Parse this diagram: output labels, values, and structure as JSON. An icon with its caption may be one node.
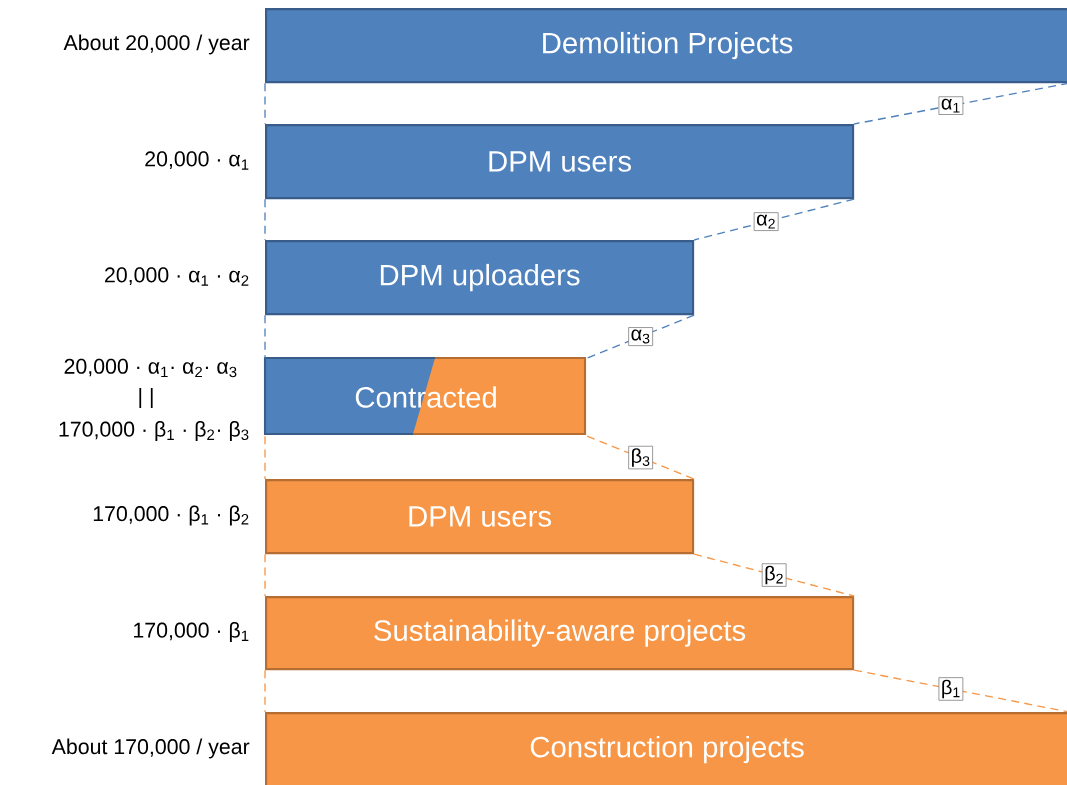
{
  "diagram": {
    "nodes": [
      {
        "text": [
          "Demolition Projects"
        ],
        "beside": [
          "About 20,000 / year"
        ]
      },
      {
        "text": [
          "DPM users"
        ],
        "beside": [
          "20,000 · α$_{1}$"
        ]
      },
      {
        "text": [
          "DPM uploaders"
        ],
        "beside": [
          "20,000 · α$_{1}$ · α$_{2}$"
        ]
      },
      {
        "text": [
          "Contracted"
        ],
        "beside": [
          "20,000 · α$_{1}$· α$_{2}$· α$_{3}$",
          "| |",
          "170,000 · β$_{1}$ · β$_{2}$· β$_{3}$"
        ]
      },
      {
        "text": [
          "DPM users"
        ],
        "beside": [
          "170,000 · β$_{1}$ · β$_{2}$"
        ]
      },
      {
        "text": [
          "Sustainability-aware projects"
        ],
        "beside": [
          "170,000 · β$_{1}$"
        ]
      },
      {
        "text": [
          "Construction projects"
        ],
        "beside": [
          "About 170,000 / year"
        ]
      }
    ],
    "edges": [
      {
        "from": 0,
        "to": 1,
        "arrow": "none",
        "label": "α$_{1}$",
        "style": "dashed",
        "color": "#4f81bd"
      },
      {
        "from": 1,
        "to": 2,
        "arrow": "none",
        "label": "α$_{2}$",
        "style": "dashed",
        "color": "#4f81bd"
      },
      {
        "from": 2,
        "to": 3,
        "arrow": "none",
        "label": "α$_{3}$",
        "style": "dashed",
        "color": "#4f81bd"
      },
      {
        "from": 3,
        "to": 4,
        "arrow": "none",
        "label": "β$_{3}$",
        "style": "dashed",
        "color": "#f79646"
      },
      {
        "from": 4,
        "to": 5,
        "arrow": "none",
        "label": "β$_{2}$",
        "style": "dashed",
        "color": "#f79646"
      },
      {
        "from": 5,
        "to": 6,
        "arrow": "none",
        "label": "β$_{1}$",
        "style": "dashed",
        "color": "#f79646"
      },
      {
        "from": 0,
        "to": 1,
        "arrow": "none",
        "style": "dashed",
        "color": "#4f81bd"
      },
      {
        "from": 1,
        "to": 2,
        "arrow": "none",
        "style": "dashed",
        "color": "#4f81bd"
      },
      {
        "from": 2,
        "to": 3,
        "arrow": "none",
        "style": "dashed",
        "color": "#4f81bd"
      },
      {
        "from": 3,
        "to": 4,
        "arrow": "none",
        "style": "dashed",
        "color": "#f79646"
      },
      {
        "from": 4,
        "to": 5,
        "arrow": "none",
        "style": "dashed",
        "color": "#f79646"
      },
      {
        "from": 5,
        "to": 6,
        "arrow": "none",
        "style": "dashed",
        "color": "#f79646"
      }
    ]
  }
}
